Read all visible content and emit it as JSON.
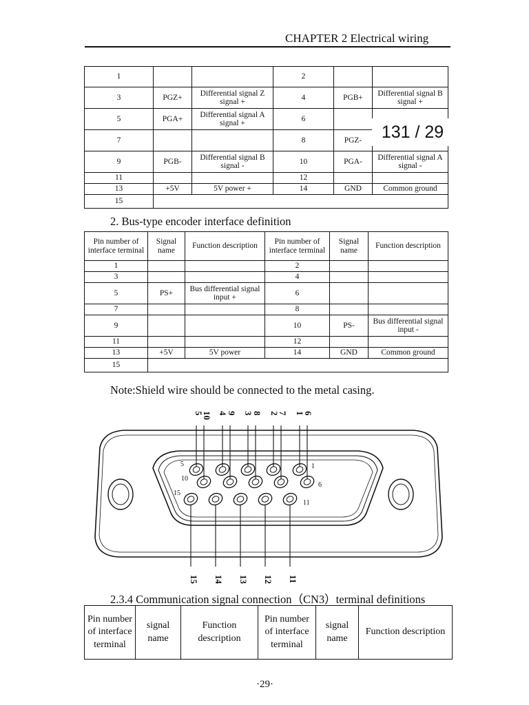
{
  "header": {
    "chapter": "CHAPTER 2 Electrical wiring"
  },
  "table1": {
    "rows": [
      [
        "1",
        "",
        "",
        "2",
        "",
        ""
      ],
      [
        "3",
        "PGZ+",
        "Differential signal Z signal +",
        "4",
        "PGB+",
        "Differential signal B signal +"
      ],
      [
        "5",
        "PGA+",
        "Differential signal A signal +",
        "6",
        "",
        ""
      ],
      [
        "7",
        "",
        "",
        "8",
        "PGZ-",
        ""
      ],
      [
        "9",
        "PGB-",
        "Differential signal B signal -",
        "10",
        "PGA-",
        "Differential signal A signal -"
      ],
      [
        "11",
        "",
        "",
        "12",
        "",
        ""
      ],
      [
        "13",
        "+5V",
        "5V power +",
        "14",
        "GND",
        "Common ground"
      ],
      [
        "15",
        "",
        "",
        "",
        "",
        ""
      ]
    ]
  },
  "page_badge": "131 / 29",
  "section2": {
    "title": "2. Bus-type encoder interface definition"
  },
  "table2": {
    "headers": [
      "Pin number of interface terminal",
      "Signal name",
      "Function description",
      "Pin number of interface terminal",
      "Signal name",
      "Function description"
    ],
    "rows": [
      [
        "1",
        "",
        "",
        "2",
        "",
        ""
      ],
      [
        "3",
        "",
        "",
        "4",
        "",
        ""
      ],
      [
        "5",
        "PS+",
        "Bus differential signal input +",
        "6",
        "",
        ""
      ],
      [
        "7",
        "",
        "",
        "8",
        "",
        ""
      ],
      [
        "9",
        "",
        "",
        "10",
        "PS-",
        "Bus differential signal input -"
      ],
      [
        "11",
        "",
        "",
        "12",
        "",
        ""
      ],
      [
        "13",
        "+5V",
        "5V power",
        "14",
        "GND",
        "Common ground"
      ],
      [
        "15",
        "",
        "",
        "",
        "",
        ""
      ]
    ]
  },
  "note": "Note:Shield wire should be connected to the metal casing.",
  "connector": {
    "top_labels": [
      "5",
      "10",
      "4",
      "9",
      "3",
      "8",
      "2",
      "7",
      "1",
      "6"
    ],
    "bottom_labels": [
      "15",
      "14",
      "13",
      "12",
      "11"
    ],
    "row1_pins": [
      "5",
      "1"
    ],
    "row2_pins": [
      "10",
      "6"
    ],
    "row3_pins": [
      "15",
      "11"
    ]
  },
  "section3": {
    "title": "2.3.4 Communication signal connection（CN3）terminal definitions"
  },
  "table3": {
    "headers": [
      "Pin number of interface terminal",
      "signal name",
      "Function description",
      "Pin number of interface terminal",
      "signal name",
      "Function description"
    ]
  },
  "page_number": "·29·"
}
